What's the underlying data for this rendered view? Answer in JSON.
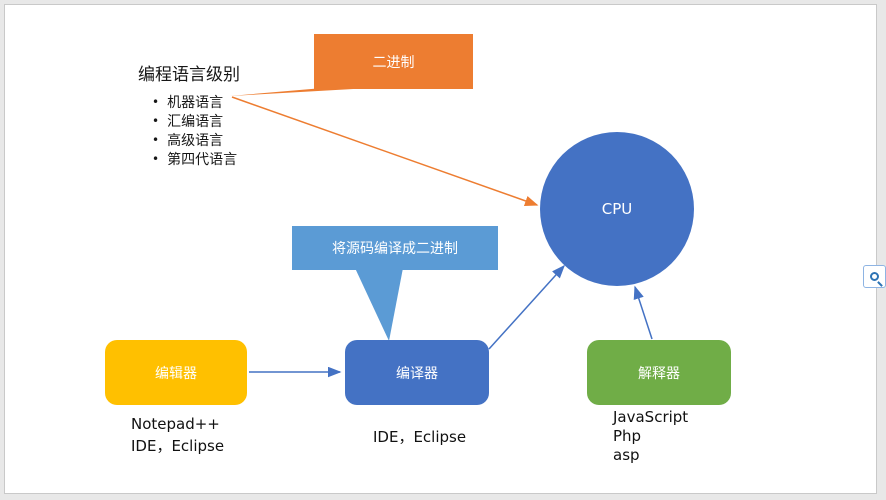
{
  "colors": {
    "orange": "#ED7D31",
    "blue": "#4472C4",
    "light_blue": "#5B9BD5",
    "yellow": "#FFC000",
    "green": "#70AD47"
  },
  "title_block": {
    "title": "编程语言级别",
    "bullets": [
      "机器语言",
      "汇编语言",
      "高级语言",
      "第四代语言"
    ]
  },
  "callouts": {
    "binary": "二进制",
    "compile": "将源码编译成二进制"
  },
  "nodes": {
    "cpu": "CPU",
    "editor": "编辑器",
    "compiler": "编译器",
    "interpreter": "解释器"
  },
  "captions": {
    "editor": [
      "Notepad++",
      "IDE，Eclipse"
    ],
    "compiler": [
      "IDE，Eclipse"
    ],
    "interpreter": [
      "JavaScript",
      "Php",
      "asp"
    ]
  },
  "icons": {
    "floating_tool": "magnifier-icon"
  },
  "bullet_glyph": "•"
}
